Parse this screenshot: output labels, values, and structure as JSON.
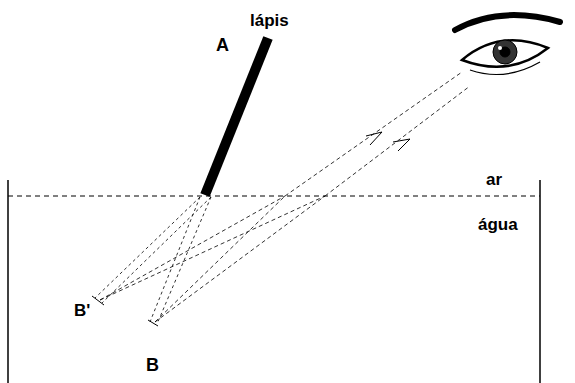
{
  "diagram": {
    "labels": [
      "A",
      "lápis",
      "ar",
      "água",
      "B'",
      "B"
    ]
  }
}
